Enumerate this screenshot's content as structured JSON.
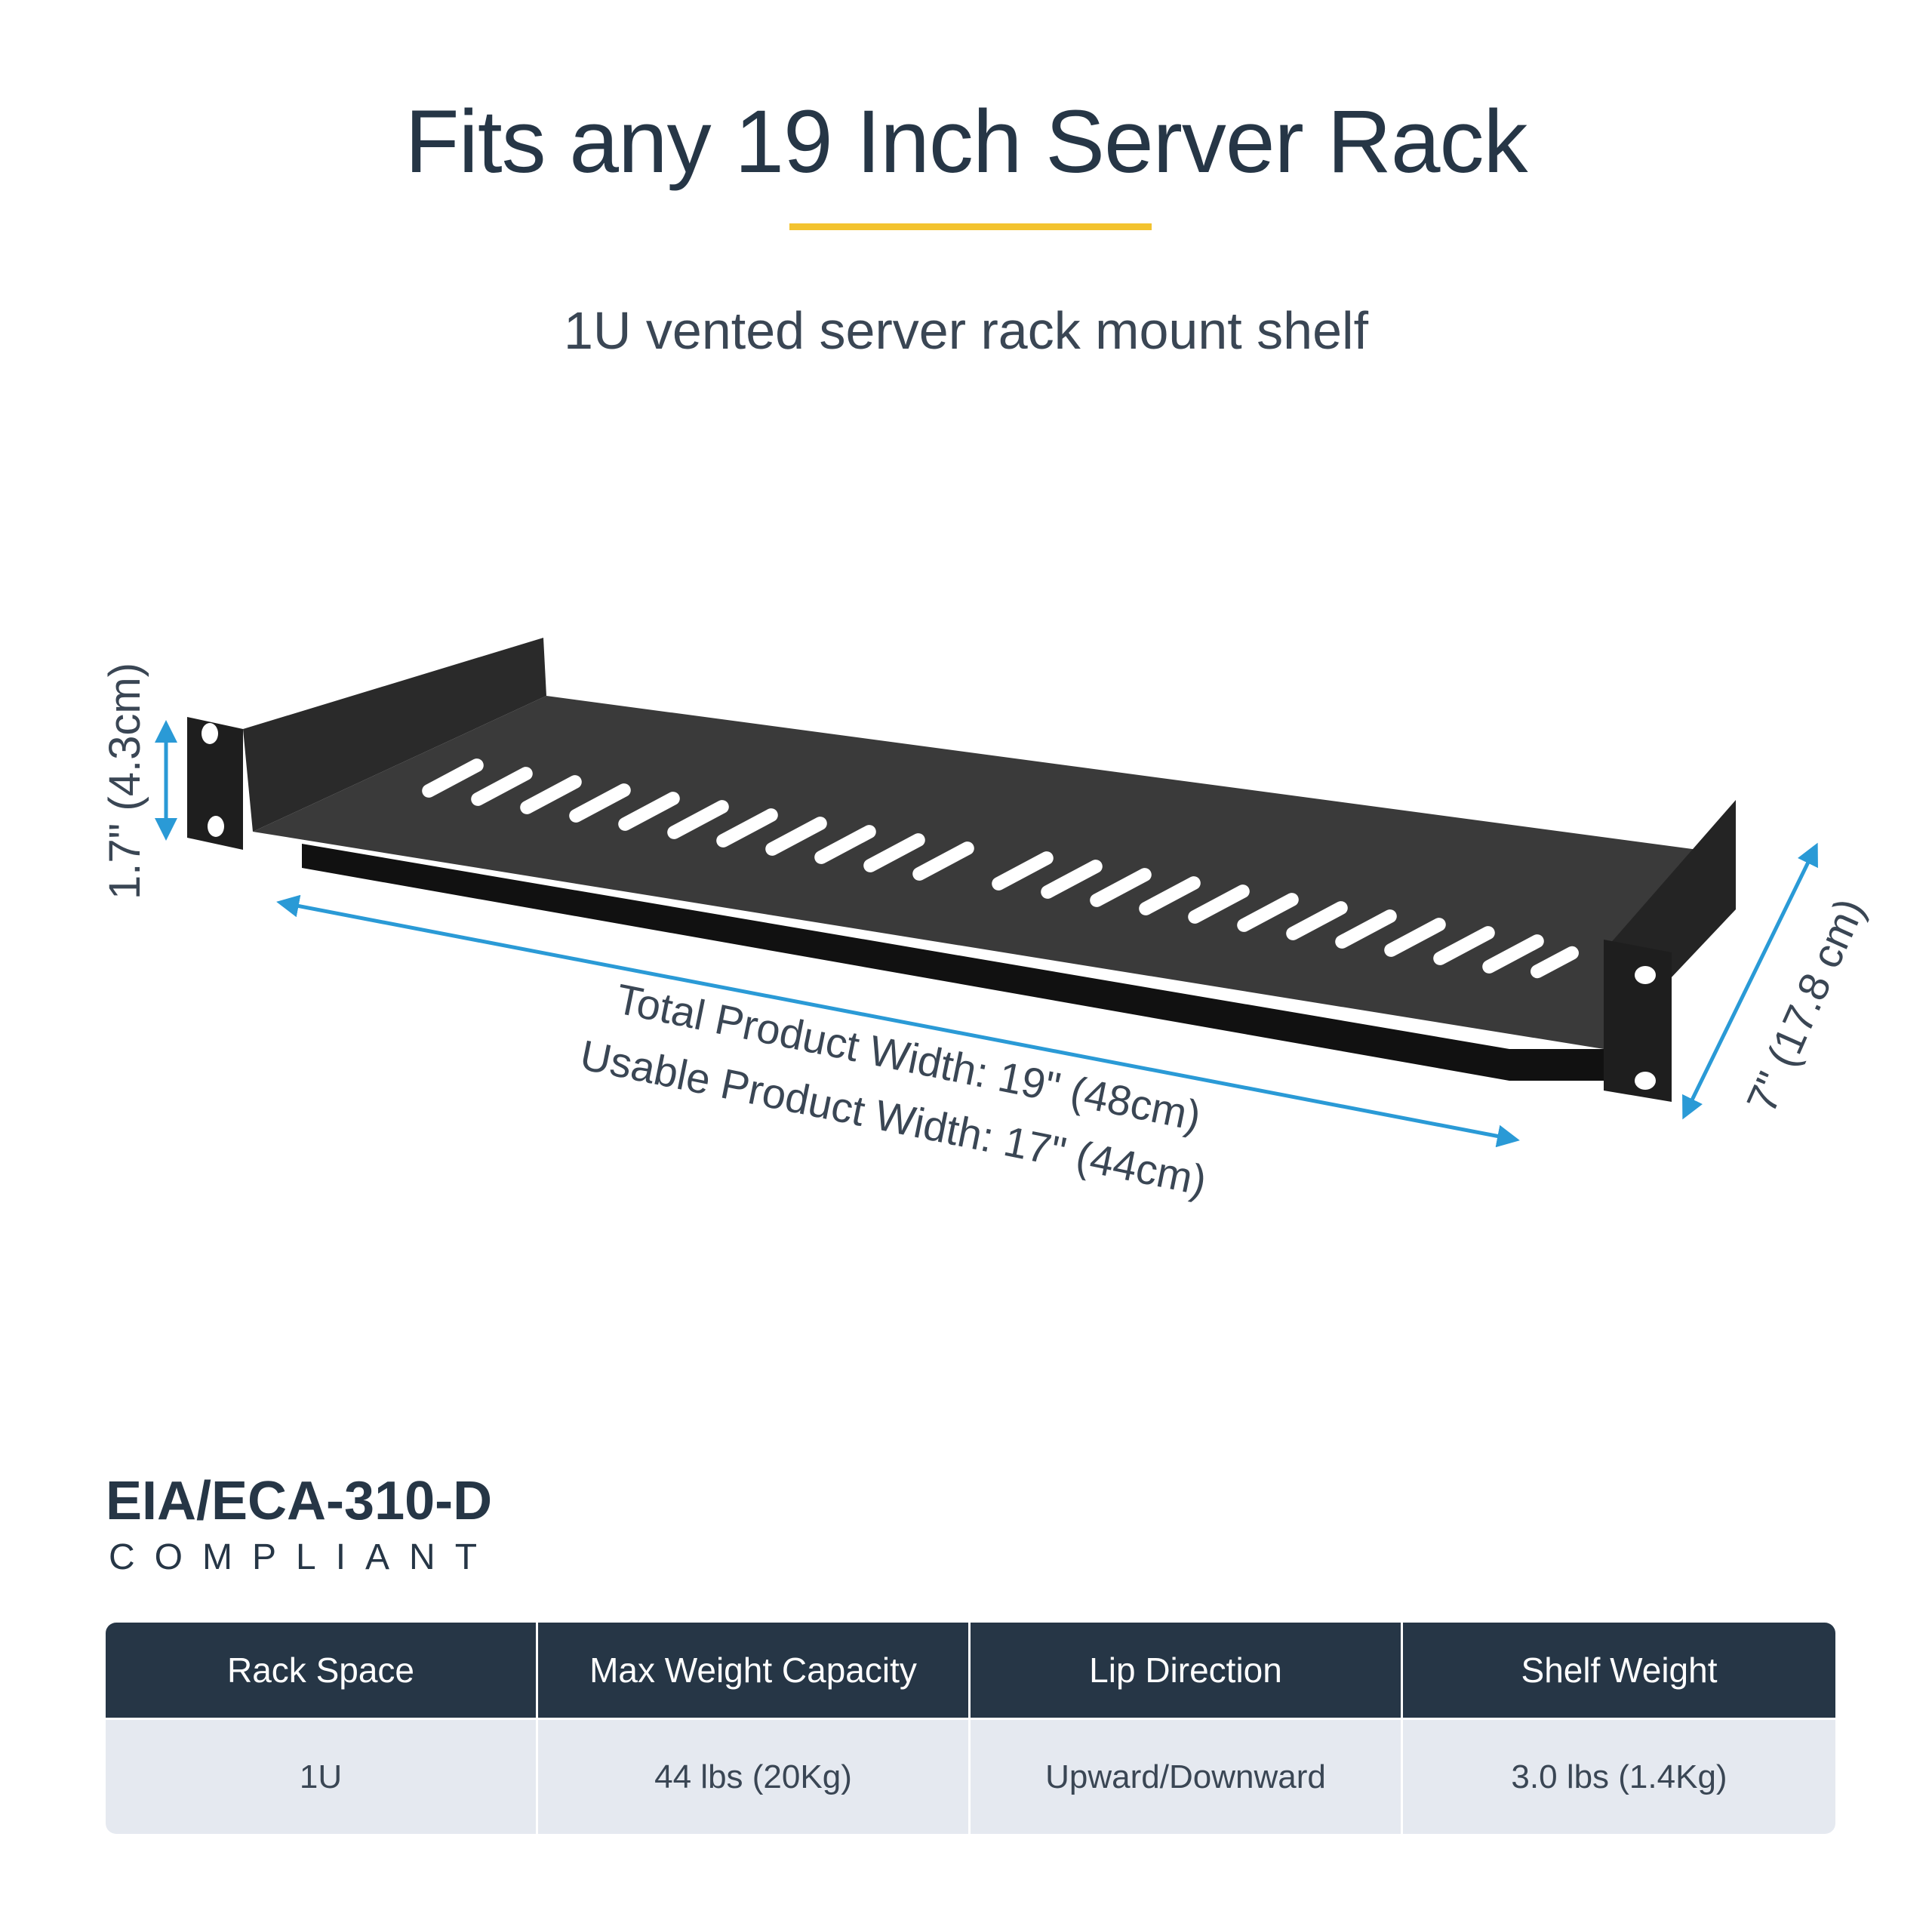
{
  "header": {
    "title": "Fits any 19 Inch Server Rack",
    "subtitle": "1U vented server rack mount shelf"
  },
  "dimensions": {
    "height": "1.7\" (4.3cm)",
    "depth": "7\" (17.8 cm)",
    "total_width": "Total Product Width: 19\" (48cm)",
    "usable_width": "Usable Product Width: 17\" (44cm)"
  },
  "compliance": {
    "code": "EIA/ECA-310-D",
    "label": "COMPLIANT"
  },
  "specs": {
    "headers": [
      "Rack Space",
      "Max Weight Capacity",
      "Lip Direction",
      "Shelf Weight"
    ],
    "values": [
      "1U",
      "44 lbs (20Kg)",
      "Upward/Downward",
      "3.0 lbs (1.4Kg)"
    ]
  },
  "colors": {
    "accent": "#f3c32f",
    "navy": "#263646",
    "dimension_line": "#2a9ad6",
    "shelf": "#1c1c1c"
  }
}
